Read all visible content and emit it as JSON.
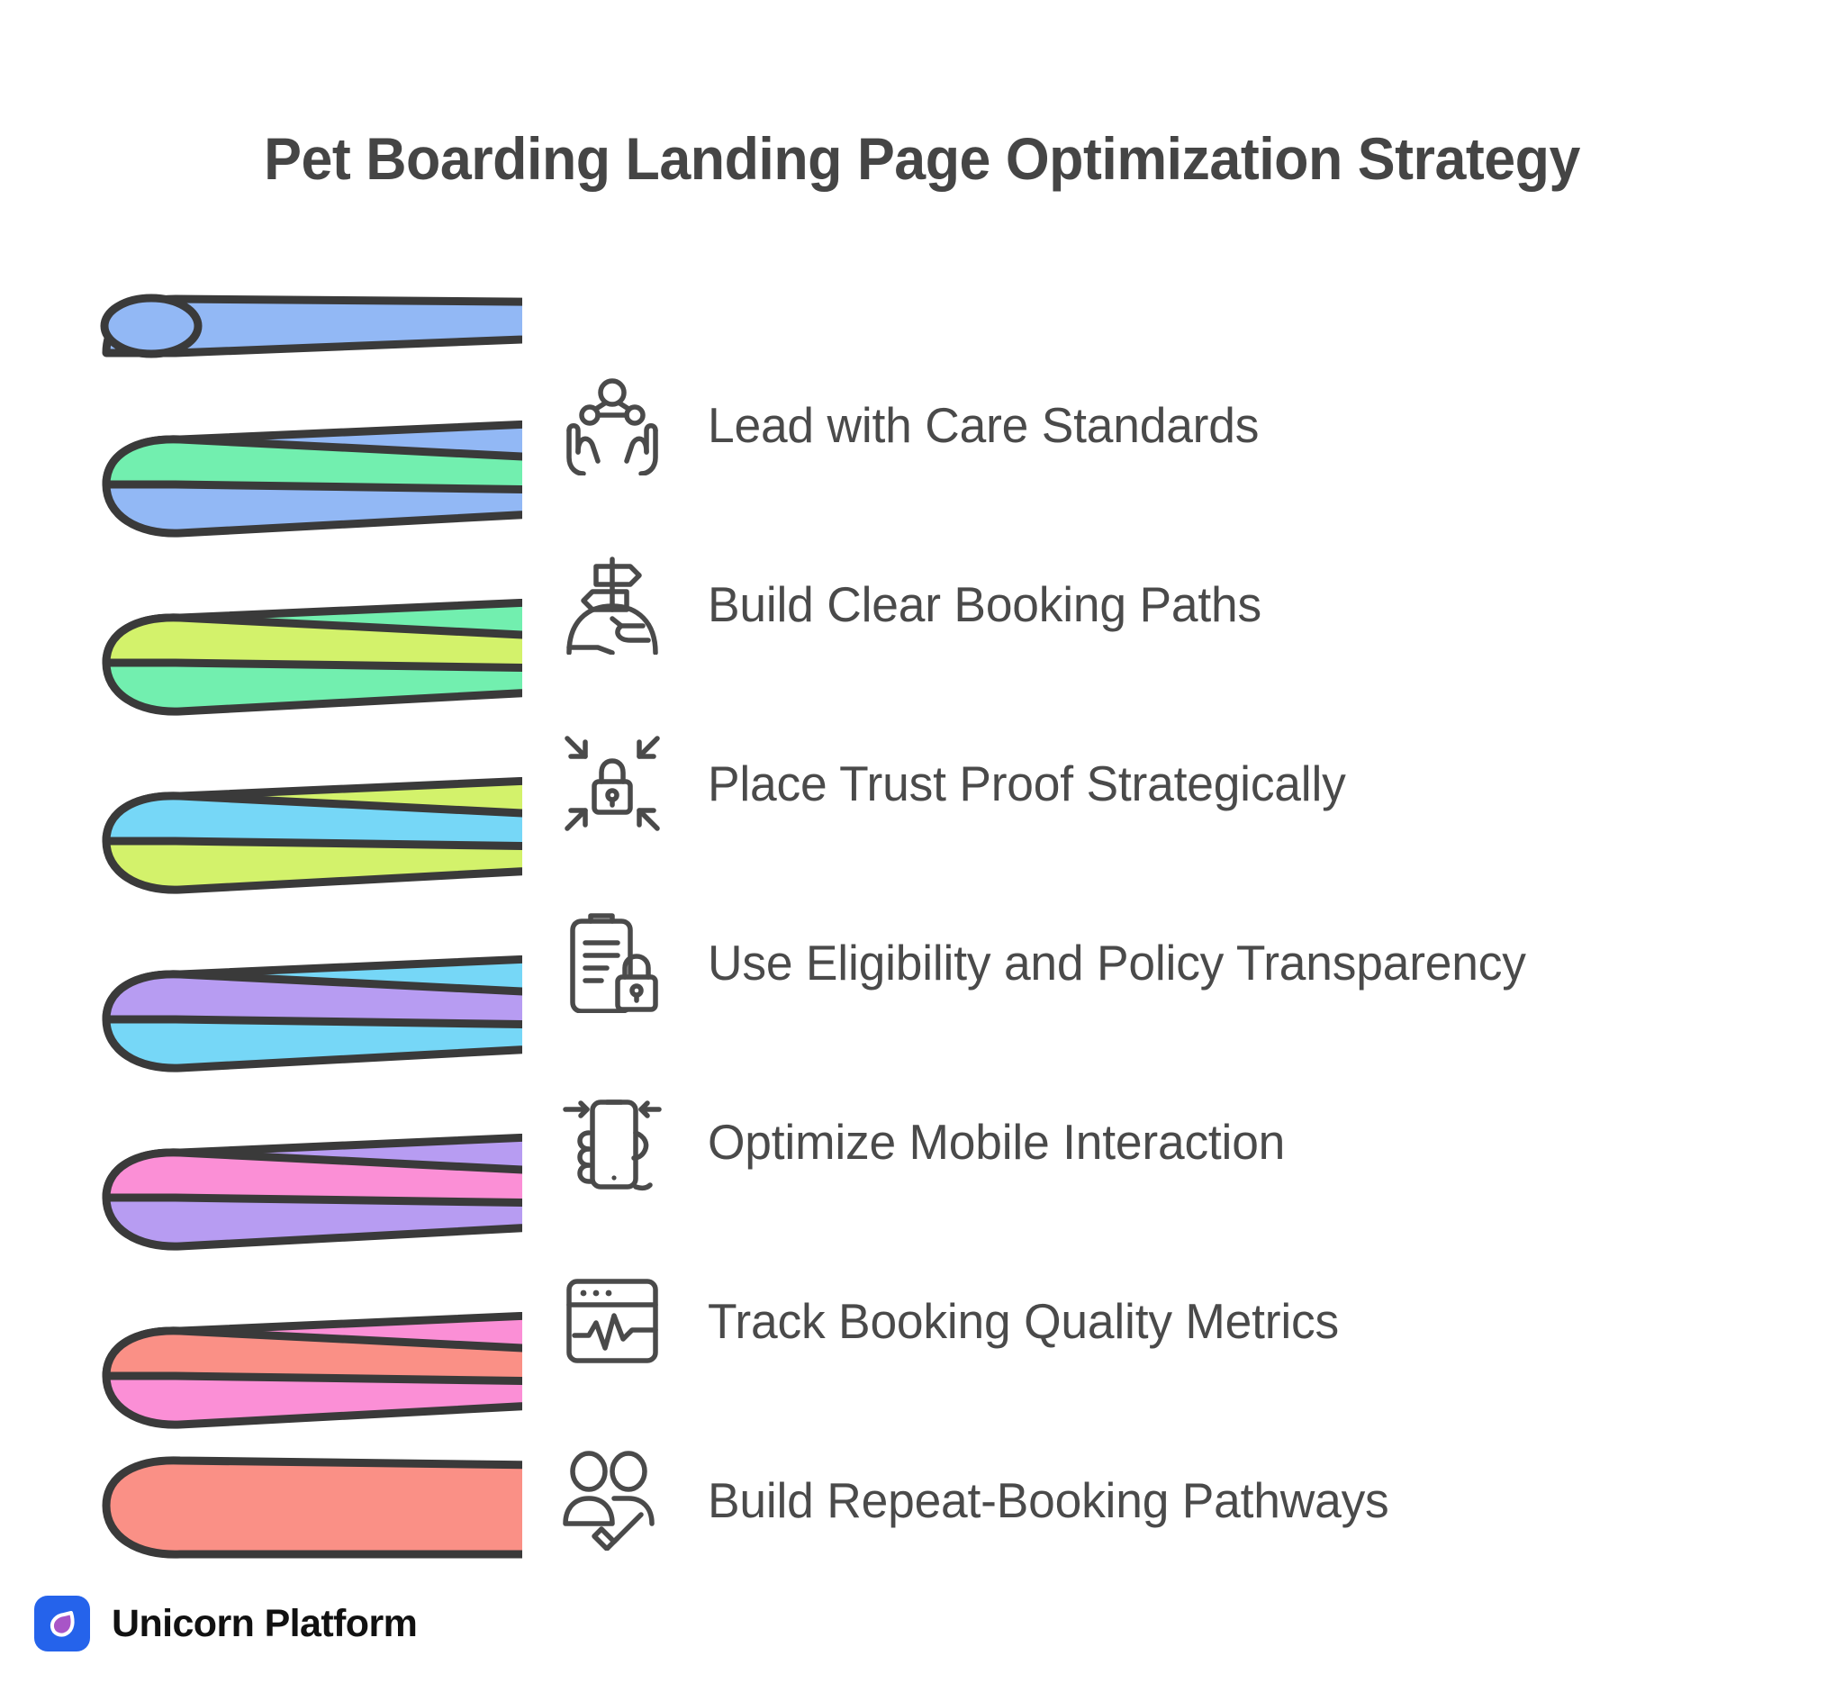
{
  "page": {
    "title": "Pet Boarding Landing Page Optimization Strategy",
    "background_color": "#FFFFFF",
    "title_color": "#454545",
    "text_color": "#4A4A4A",
    "outline_color": "#3A3A3A"
  },
  "steps": [
    {
      "label": "Lead with Care Standards",
      "icon": "caring-hands-icon",
      "color": "#92B8F5"
    },
    {
      "label": "Build Clear Booking Paths",
      "icon": "signpost-icon",
      "color": "#72EFAF"
    },
    {
      "label": "Place Trust Proof Strategically",
      "icon": "lock-focus-icon",
      "color": "#D3F26B"
    },
    {
      "label": "Use Eligibility and Policy Transparency",
      "icon": "clipboard-lock-icon",
      "color": "#76D7F7"
    },
    {
      "label": "Optimize Mobile Interaction",
      "icon": "hand-phone-icon",
      "color": "#B79CF2"
    },
    {
      "label": "Track Booking Quality Metrics",
      "icon": "analytics-window-icon",
      "color": "#FB8FD6"
    },
    {
      "label": "Build Repeat-Booking Pathways",
      "icon": "users-check-icon",
      "color": "#FA9086"
    }
  ],
  "spiral": {
    "name": "rainbow-coil-spiral",
    "colors": [
      "#92B8F5",
      "#72EFAF",
      "#D3F26B",
      "#76D7F7",
      "#B79CF2",
      "#FB8FD6",
      "#FA9086"
    ],
    "outline_color": "#3A3A3A",
    "turns": 7
  },
  "footer": {
    "brand_name": "Unicorn Platform",
    "logo_background": "#2563EB",
    "logo_drop_color": "#A855C7",
    "logo_outline": "#FFFFFF"
  }
}
